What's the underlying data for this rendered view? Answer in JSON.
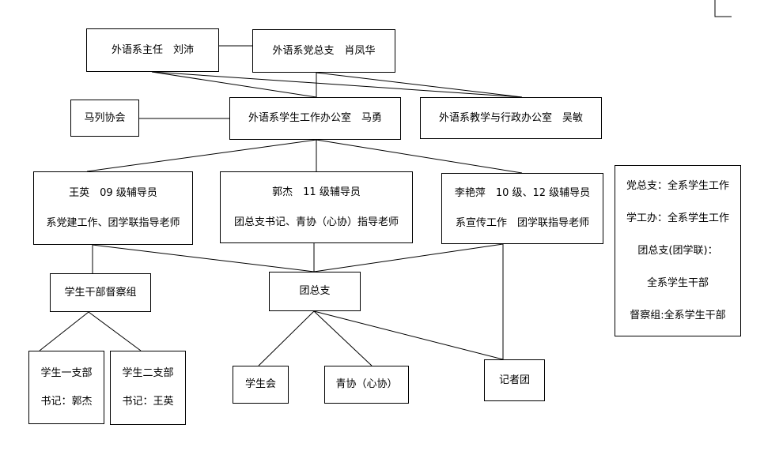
{
  "nodes": {
    "director": "外语系主任　刘沛",
    "party_branch": "外语系党总支　肖凤华",
    "marxism_society": "马列协会",
    "student_office": "外语系学生工作办公室　马勇",
    "teaching_office": "外语系教学与行政办公室　吴敏",
    "counselor_09": [
      "王英　09 级辅导员",
      "系党建工作、团学联指导老师"
    ],
    "counselor_11": [
      "郭杰　11 级辅导员",
      "团总支书记、青协（心协）指导老师"
    ],
    "counselor_10_12": [
      "李艳萍　10 级、12 级辅导员",
      "系宣传工作　团学联指导老师"
    ],
    "inspection_group": "学生干部督察组",
    "league_branch": "团总支",
    "branch_1": [
      "学生一支部",
      "书记：郭杰"
    ],
    "branch_2": [
      "学生二支部",
      "书记：王英"
    ],
    "student_union": "学生会",
    "youth_association": "青协（心协）",
    "reporter_group": "记者团"
  },
  "legend": [
    "党总支：全系学生工作",
    "学工办：全系学生工作",
    "团总支(团学联)：",
    "全系学生干部",
    "督察组:全系学生干部"
  ]
}
